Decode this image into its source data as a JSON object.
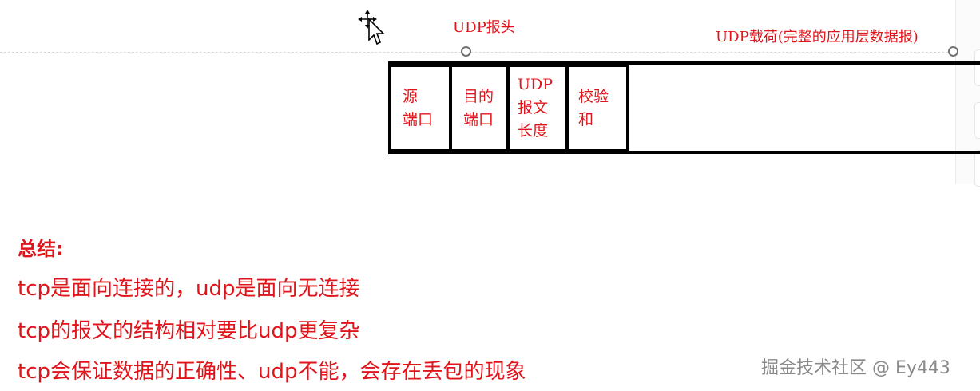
{
  "diagram": {
    "header_label": "UDP报头",
    "payload_label": "UDP载荷(完整的应用层数据报)",
    "fields": [
      {
        "lines": [
          "源",
          "端口"
        ]
      },
      {
        "lines": [
          "目的",
          "端口"
        ]
      },
      {
        "lines": [
          "UDP",
          "报文",
          "长度"
        ]
      },
      {
        "lines": [
          "校验",
          "和"
        ]
      }
    ]
  },
  "summary": {
    "title": "总结:",
    "points": [
      "tcp是面向连接的，udp是面向无连接",
      "tcp的报文的结构相对要比udp更复杂",
      "tcp会保证数据的正确性、udp不能，会存在丢包的现象"
    ]
  },
  "watermark": "掘金技术社区 @ Ey443",
  "colors": {
    "text_red": "#e0151b",
    "border": "#000000",
    "watermark": "#8a8a8a"
  },
  "icons": [
    "move-cursor-icon",
    "selection-handle-icon"
  ]
}
